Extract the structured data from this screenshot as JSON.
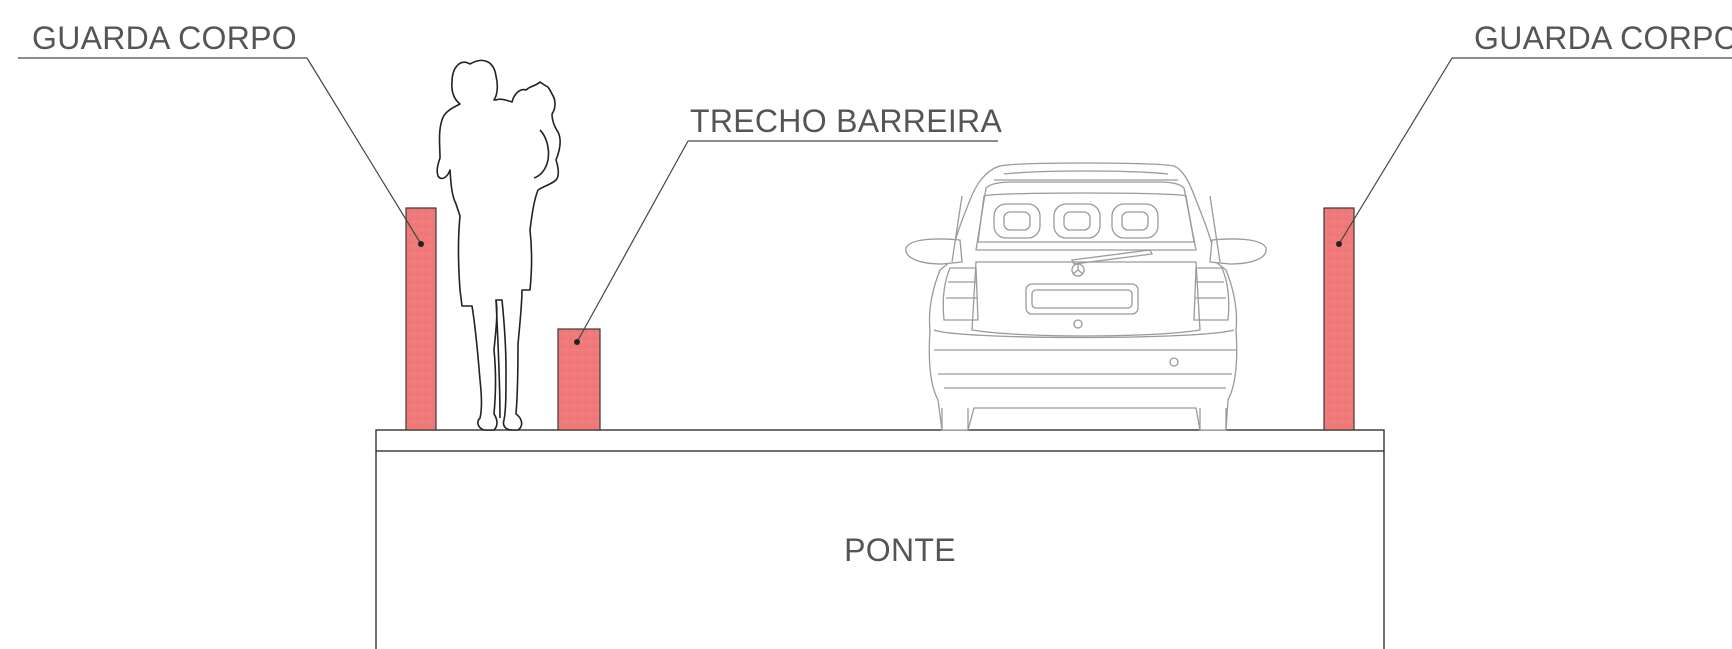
{
  "labels": {
    "left_railing": "GUARDA CORPO",
    "right_railing": "GUARDA CORPO",
    "barrier": "TRECHO BARREIRA",
    "bridge": "PONTE"
  },
  "colors": {
    "post_fill": "#f07a7a",
    "text": "#555555",
    "line": "#333333"
  },
  "figures": {
    "person": "person-carrying-child-icon",
    "car": "car-rear-view-icon"
  }
}
